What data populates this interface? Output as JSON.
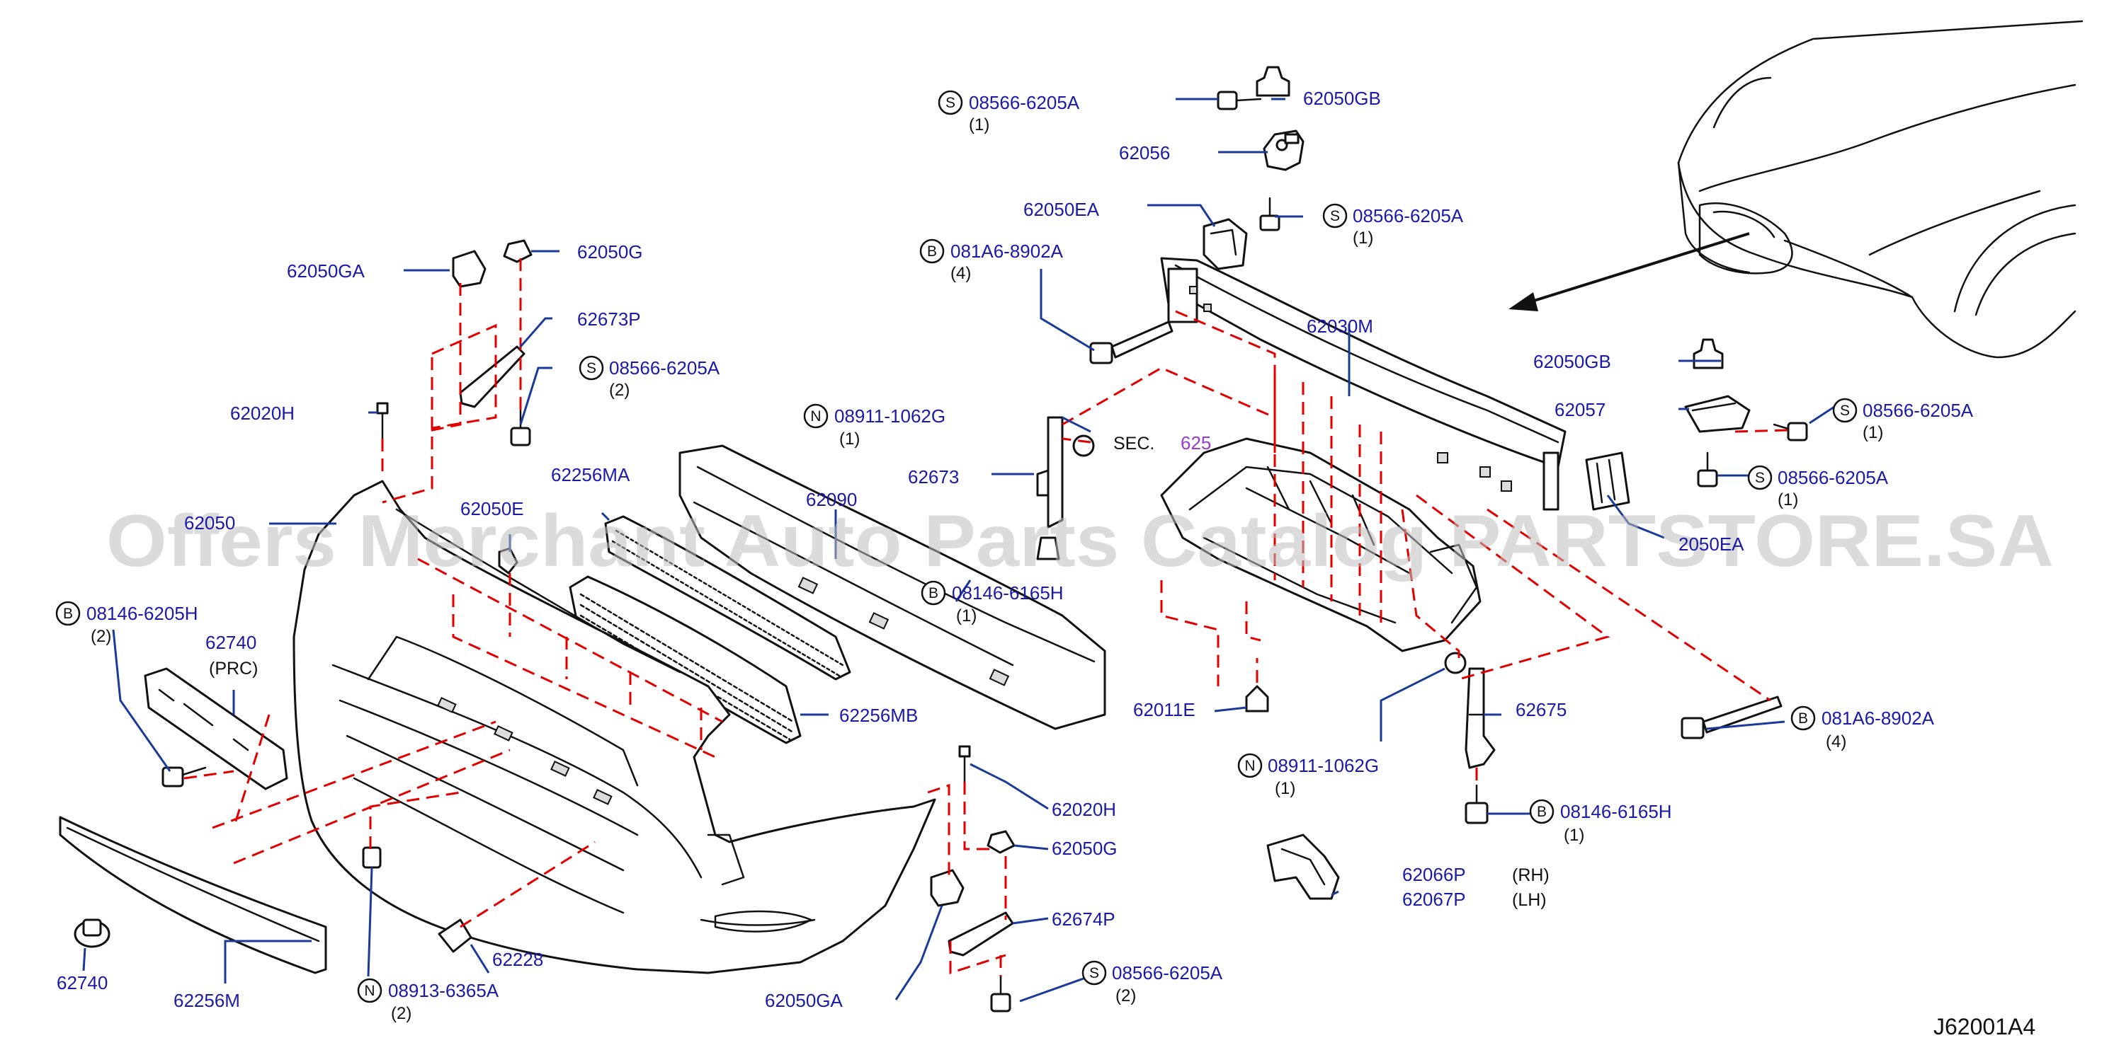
{
  "diagram": {
    "code": "J62001A4",
    "watermark": "Offers Merchant Auto Parts Catalog PARTSTORE.SA",
    "labels": {
      "p62050GB_top": "62050GB",
      "p62056": "62056",
      "p62050EA_top": "62050EA",
      "p62030M": "62030M",
      "p62050GB_right": "62050GB",
      "p62057": "62057",
      "p62050G_top": "62050G",
      "p62050GA_top": "62050GA",
      "p62673P": "62673P",
      "p62020H_top": "62020H",
      "p62050_left": "62050",
      "p62050E": "62050E",
      "p62256MA": "62256MA",
      "p62090": "62090",
      "p62673": "62673",
      "sec": "SEC.",
      "sec_num": "625",
      "p62740_prc": "62740",
      "prc": "(PRC)",
      "p62256MB": "62256MB",
      "p62011E": "62011E",
      "p62675": "62675",
      "p62050EA_right": "2050EA",
      "p62020H_low": "62020H",
      "p62050G_low": "62050G",
      "p62674P": "62674P",
      "p62066P": "62066P",
      "rh": "(RH)",
      "p62067P": "62067P",
      "lh": "(LH)",
      "p62228": "62228",
      "p62740_clip": "62740",
      "p62256M": "62256M",
      "p62050GA_low": "62050GA"
    },
    "callouts": {
      "c1": {
        "badge": "S",
        "pn": "08566-6205A",
        "qty": "(1)"
      },
      "c2": {
        "badge": "S",
        "pn": "08566-6205A",
        "qty": "(1)"
      },
      "c3": {
        "badge": "B",
        "pn": "081A6-8902A",
        "qty": "(4)"
      },
      "c4": {
        "badge": "S",
        "pn": "08566-6205A",
        "qty": "(1)"
      },
      "c5": {
        "badge": "S",
        "pn": "08566-6205A",
        "qty": "(1)"
      },
      "c6": {
        "badge": "S",
        "pn": "08566-6205A",
        "qty": "(2)"
      },
      "c7": {
        "badge": "N",
        "pn": "08911-1062G",
        "qty": "(1)"
      },
      "c8": {
        "badge": "B",
        "pn": "08146-6205H",
        "qty": "(2)"
      },
      "c9": {
        "badge": "B",
        "pn": "08146-6165H",
        "qty": "(1)"
      },
      "c10": {
        "badge": "B",
        "pn": "081A6-8902A",
        "qty": "(4)"
      },
      "c11": {
        "badge": "N",
        "pn": "08911-1062G",
        "qty": "(1)"
      },
      "c12": {
        "badge": "B",
        "pn": "08146-6165H",
        "qty": "(1)"
      },
      "c13": {
        "badge": "S",
        "pn": "08566-6205A",
        "qty": "(2)"
      },
      "c14": {
        "badge": "N",
        "pn": "08913-6365A",
        "qty": "(2)"
      }
    },
    "colors": {
      "label": "#1a1aa8",
      "leader": "#1a3a9a",
      "dashed": "#e00000",
      "purple": "#9a3ad0"
    }
  }
}
